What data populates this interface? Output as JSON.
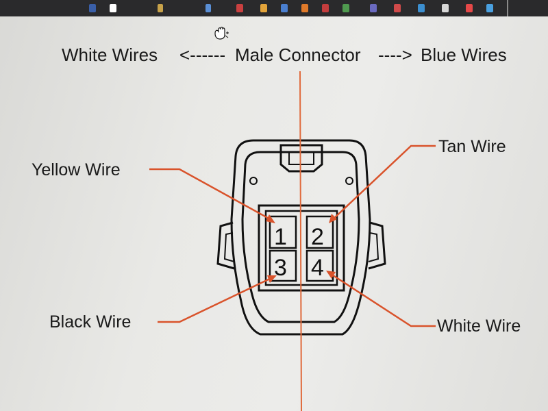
{
  "header": {
    "left_label": "White Wires",
    "left_arrow": "<------",
    "center_label": "Male Connector",
    "right_arrow": "---->",
    "right_label": "Blue Wires"
  },
  "pins": [
    {
      "number": "1",
      "wire_label": "Yellow Wire"
    },
    {
      "number": "2",
      "wire_label": "Tan Wire"
    },
    {
      "number": "3",
      "wire_label": "Black Wire"
    },
    {
      "number": "4",
      "wire_label": "White Wire"
    }
  ],
  "colors": {
    "callout": "#d9532b",
    "divider": "#e06a3c",
    "outline": "#111111",
    "text": "#1a1a1a"
  },
  "icons": {
    "cursor": "hand-grab-cursor"
  }
}
